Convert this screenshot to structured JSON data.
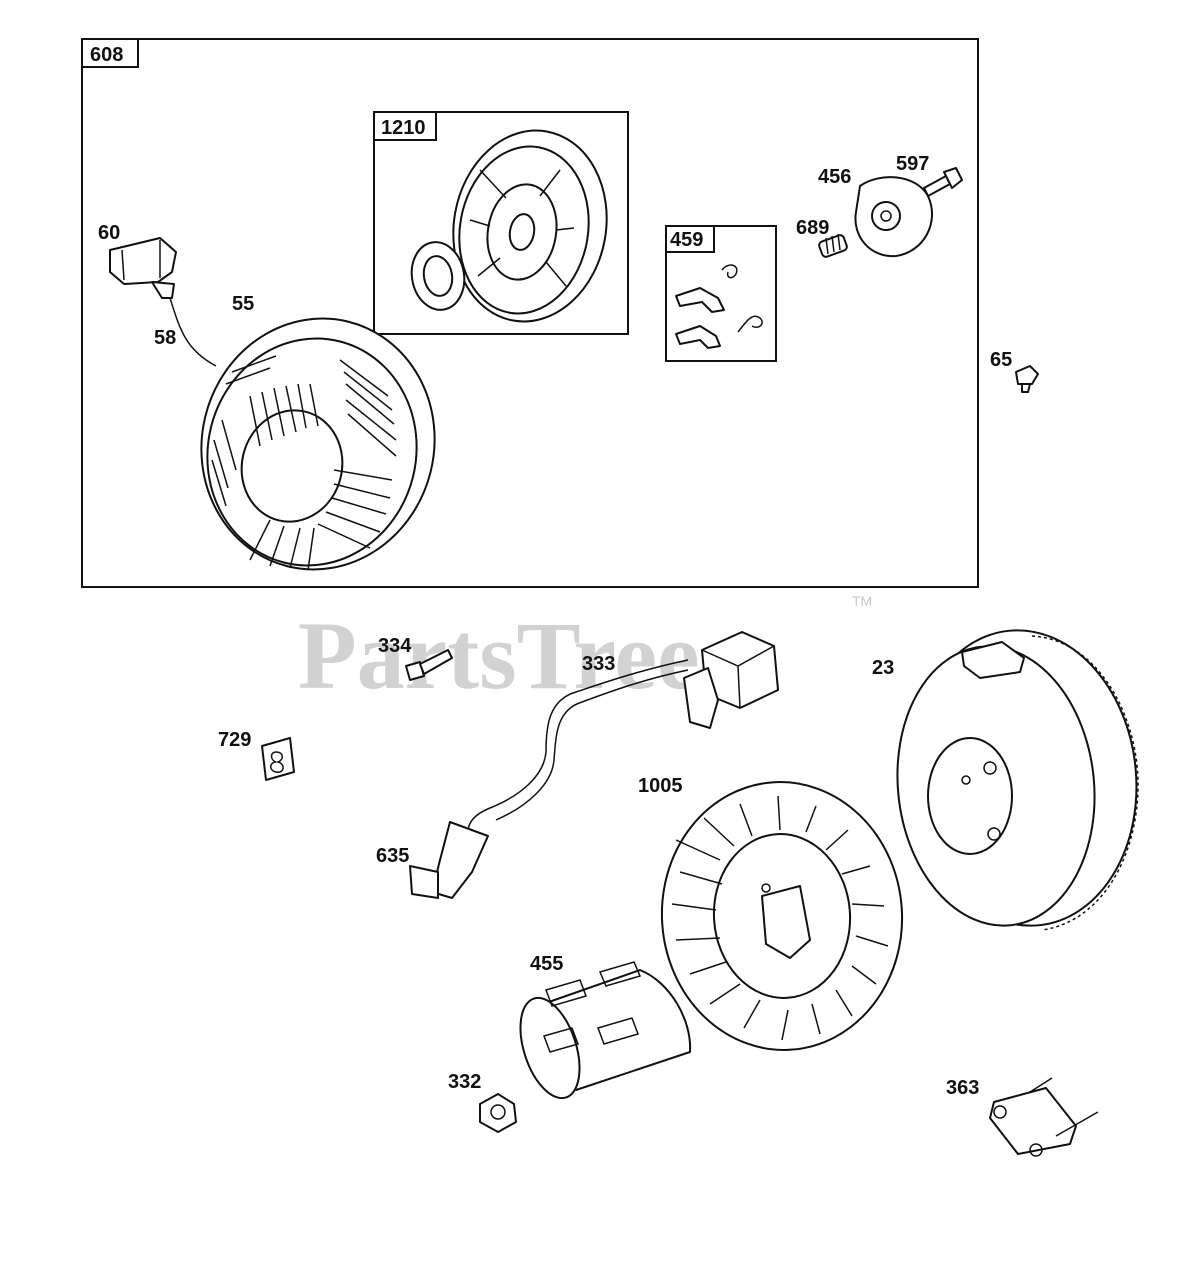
{
  "watermark": {
    "text": "PartsTree",
    "trademark": "TM"
  },
  "assemblies": [
    {
      "id": "608",
      "label": "608"
    },
    {
      "id": "1210",
      "label": "1210"
    },
    {
      "id": "459",
      "label": "459"
    }
  ],
  "callouts": [
    {
      "id": "60",
      "label": "60"
    },
    {
      "id": "55",
      "label": "55"
    },
    {
      "id": "58",
      "label": "58"
    },
    {
      "id": "456",
      "label": "456"
    },
    {
      "id": "597",
      "label": "597"
    },
    {
      "id": "689",
      "label": "689"
    },
    {
      "id": "65",
      "label": "65"
    },
    {
      "id": "334",
      "label": "334"
    },
    {
      "id": "333",
      "label": "333"
    },
    {
      "id": "23",
      "label": "23"
    },
    {
      "id": "729",
      "label": "729"
    },
    {
      "id": "1005",
      "label": "1005"
    },
    {
      "id": "635",
      "label": "635"
    },
    {
      "id": "455",
      "label": "455"
    },
    {
      "id": "332",
      "label": "332"
    },
    {
      "id": "363",
      "label": "363"
    }
  ]
}
